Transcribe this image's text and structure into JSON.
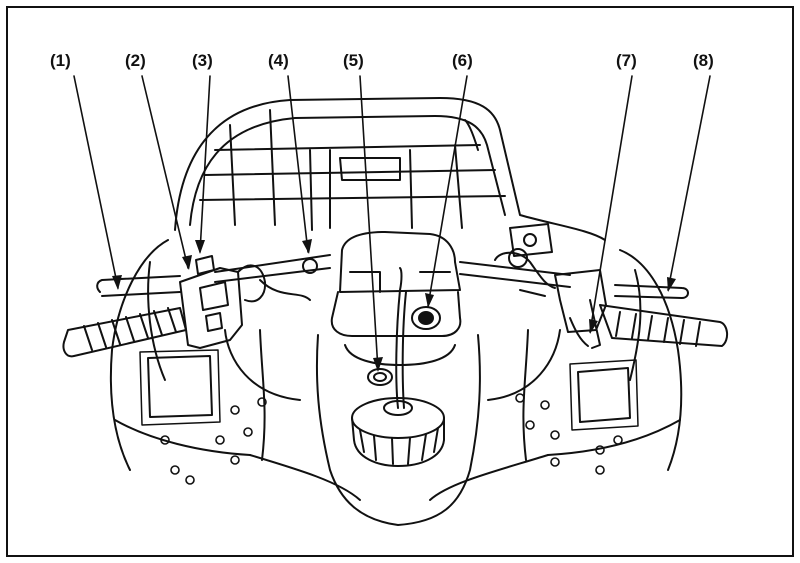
{
  "callouts": [
    {
      "id": "1",
      "label": "(1)"
    },
    {
      "id": "2",
      "label": "(2)"
    },
    {
      "id": "3",
      "label": "(3)"
    },
    {
      "id": "4",
      "label": "(4)"
    },
    {
      "id": "5",
      "label": "(5)"
    },
    {
      "id": "6",
      "label": "(6)"
    },
    {
      "id": "7",
      "label": "(7)"
    },
    {
      "id": "8",
      "label": "(8)"
    }
  ],
  "colors": {
    "ink": "#111111",
    "background": "#ffffff"
  }
}
